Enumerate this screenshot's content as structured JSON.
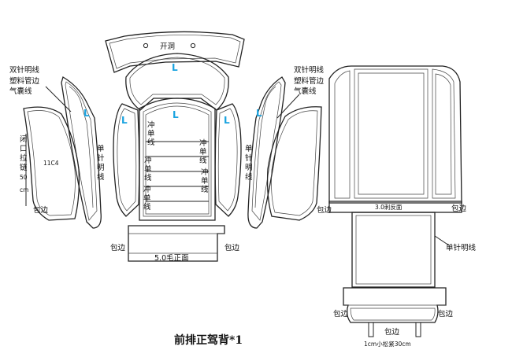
{
  "labels": {
    "opening": "开洞",
    "double_needle": "双针明线",
    "plastic_welt": "塑料管边",
    "airbag_line": "气囊线",
    "single_needle_v": "单针明线",
    "single_needle_h": "单针明线",
    "zipper": "闭口拉链50cm",
    "code": "11C4",
    "edge_binding": "包边",
    "punch_single": "冲单线",
    "wool_face": "5.0毛正面",
    "reverse_face": "3.0刺反面",
    "elastic": "1cm小松紧30cm",
    "marker_l": "L"
  },
  "title": "前排正驾背*1"
}
